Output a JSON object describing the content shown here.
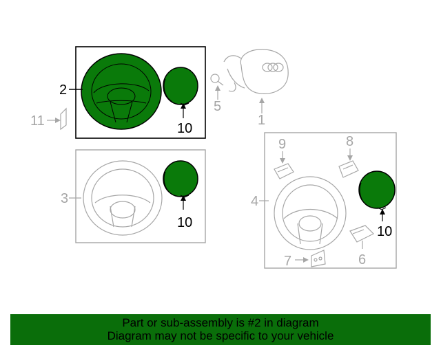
{
  "callouts": {
    "c1": "1",
    "c2": "2",
    "c3": "3",
    "c4": "4",
    "c5": "5",
    "c6": "6",
    "c7": "7",
    "c8": "8",
    "c9": "9",
    "c10a": "10",
    "c10b": "10",
    "c10c": "10",
    "c11": "11"
  },
  "banner": {
    "line1": "Part or sub-assembly is #2 in diagram",
    "line2": "Diagram may not be specific to your vehicle"
  },
  "colors": {
    "highlight_fill": "#0a6e0a",
    "line_gray": "#a6a6a6",
    "line_dark": "#000000"
  }
}
